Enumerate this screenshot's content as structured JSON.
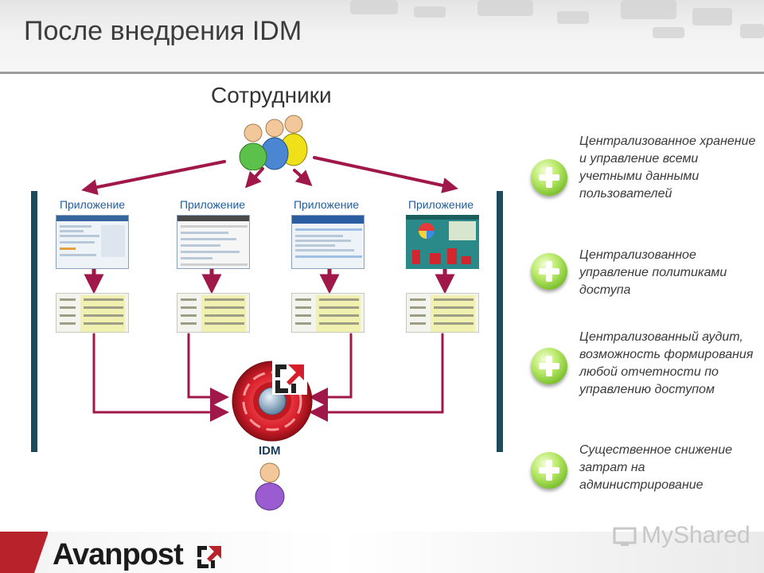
{
  "slide": {
    "title": "После внедрения IDM"
  },
  "diagram": {
    "employees_label": "Сотрудники",
    "apps": [
      {
        "label": "Приложение"
      },
      {
        "label": "Приложение"
      },
      {
        "label": "Приложение"
      },
      {
        "label": "Приложение"
      }
    ],
    "idm_label": "IDM"
  },
  "benefits": [
    {
      "text": "Централизованное хранение и управление всеми учетными данными пользователей"
    },
    {
      "text": "Централизованное управление политиками доступа"
    },
    {
      "text": "Централизованный аудит, возможность формирования любой отчетности по управлению доступом"
    },
    {
      "text": "Существенное снижение затрат на администрирование"
    }
  ],
  "footer": {
    "brand": "Avanpost",
    "watermark": "MyShared"
  },
  "colors": {
    "arrow": "#a0184a",
    "bar": "#1e4a5e",
    "app_label": "#1f5e9e",
    "plus": "#77bd2a",
    "brand_red": "#b8222b"
  },
  "icons": [
    "users-group-icon",
    "user-purple-icon",
    "idm-disc-icon",
    "plus-icon",
    "avanpost-mark-icon"
  ]
}
